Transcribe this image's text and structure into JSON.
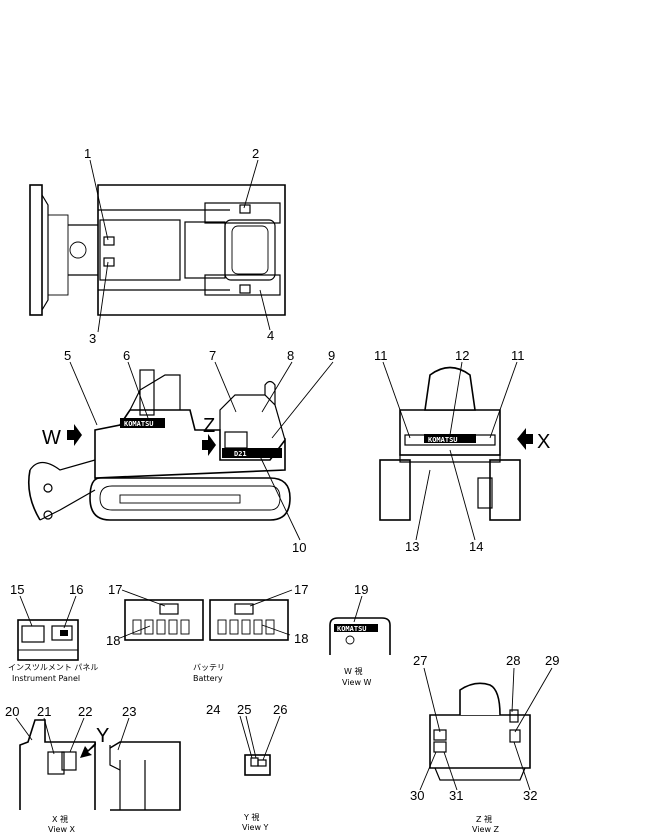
{
  "callouts": [
    {
      "id": "c1",
      "label": "1"
    },
    {
      "id": "c2",
      "label": "2"
    },
    {
      "id": "c3",
      "label": "3"
    },
    {
      "id": "c4",
      "label": "4"
    },
    {
      "id": "c5",
      "label": "5"
    },
    {
      "id": "c6",
      "label": "6"
    },
    {
      "id": "c7",
      "label": "7"
    },
    {
      "id": "c8",
      "label": "8"
    },
    {
      "id": "c9",
      "label": "9"
    },
    {
      "id": "c10",
      "label": "10"
    },
    {
      "id": "c11a",
      "label": "11"
    },
    {
      "id": "c11b",
      "label": "11"
    },
    {
      "id": "c12",
      "label": "12"
    },
    {
      "id": "c13",
      "label": "13"
    },
    {
      "id": "c14",
      "label": "14"
    },
    {
      "id": "c15",
      "label": "15"
    },
    {
      "id": "c16",
      "label": "16"
    },
    {
      "id": "c17a",
      "label": "17"
    },
    {
      "id": "c17b",
      "label": "17"
    },
    {
      "id": "c18a",
      "label": "18"
    },
    {
      "id": "c18b",
      "label": "18"
    },
    {
      "id": "c19",
      "label": "19"
    },
    {
      "id": "c20",
      "label": "20"
    },
    {
      "id": "c21",
      "label": "21"
    },
    {
      "id": "c22",
      "label": "22"
    },
    {
      "id": "c23",
      "label": "23"
    },
    {
      "id": "c24",
      "label": "24"
    },
    {
      "id": "c25",
      "label": "25"
    },
    {
      "id": "c26",
      "label": "26"
    },
    {
      "id": "c27",
      "label": "27"
    },
    {
      "id": "c28",
      "label": "28"
    },
    {
      "id": "c29",
      "label": "29"
    },
    {
      "id": "c30",
      "label": "30"
    },
    {
      "id": "c31",
      "label": "31"
    },
    {
      "id": "c32",
      "label": "32"
    }
  ],
  "view_markers": {
    "w": "W",
    "x": "X",
    "y": "Y",
    "z": "Z"
  },
  "plates": {
    "komatsu": "KOMATSU",
    "model": "D21"
  },
  "captions": {
    "instrument_panel_jp": "インスツルメント パネル",
    "instrument_panel_en": "Instrument Panel",
    "battery_jp": "バッテリ",
    "battery_en": "Battery",
    "view_w_jp": "W 視",
    "view_w_en": "View W",
    "view_x_jp": "X 視",
    "view_x_en": "View X",
    "view_y_jp": "Y 視",
    "view_y_en": "View Y",
    "view_z_jp": "Z 視",
    "view_z_en": "View Z"
  }
}
